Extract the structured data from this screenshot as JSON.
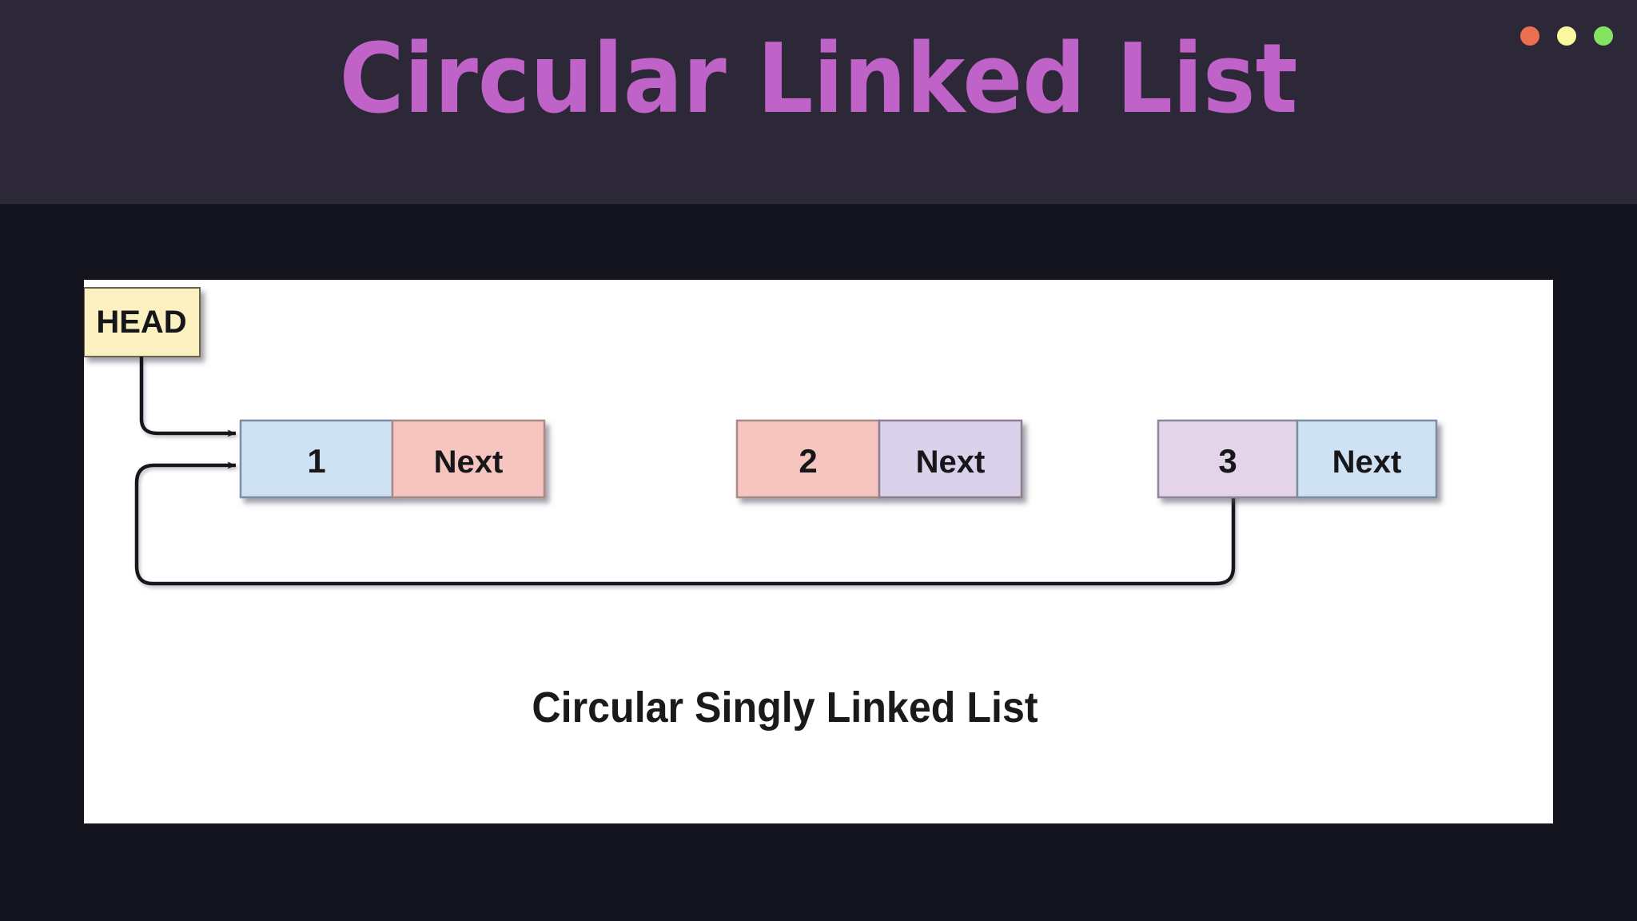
{
  "window": {
    "title": "Circular Linked List",
    "title_color": "#c063c8",
    "header_bg": "#2d2838",
    "body_bg": "#13141d",
    "controls": [
      {
        "name": "close",
        "color": "#ec7050"
      },
      {
        "name": "minimize",
        "color": "#fbf9a0"
      },
      {
        "name": "maximize",
        "color": "#85e362"
      }
    ]
  },
  "diagram": {
    "canvas_bg": "#ffffff",
    "caption": "Circular Singly Linked List",
    "caption_color": "#1a1a1a",
    "head_label": "HEAD",
    "head_fill": "#faf0c0",
    "head_stroke": "#6b6450",
    "stroke_color": "#17171a",
    "next_label": "Next",
    "nodes": [
      {
        "value": "1",
        "next_label": "Next",
        "data_fill": "#cfe2f3",
        "next_fill": "#f7c5c0",
        "border": "#7b8ea3"
      },
      {
        "value": "2",
        "next_label": "Next",
        "data_fill": "#f7c5c0",
        "next_fill": "#d9d2ea",
        "border": "#8d7f8f"
      },
      {
        "value": "3",
        "next_label": "Next",
        "data_fill": "#e4d4ea",
        "next_fill": "#cfe2f3",
        "border": "#8d8799"
      }
    ]
  }
}
